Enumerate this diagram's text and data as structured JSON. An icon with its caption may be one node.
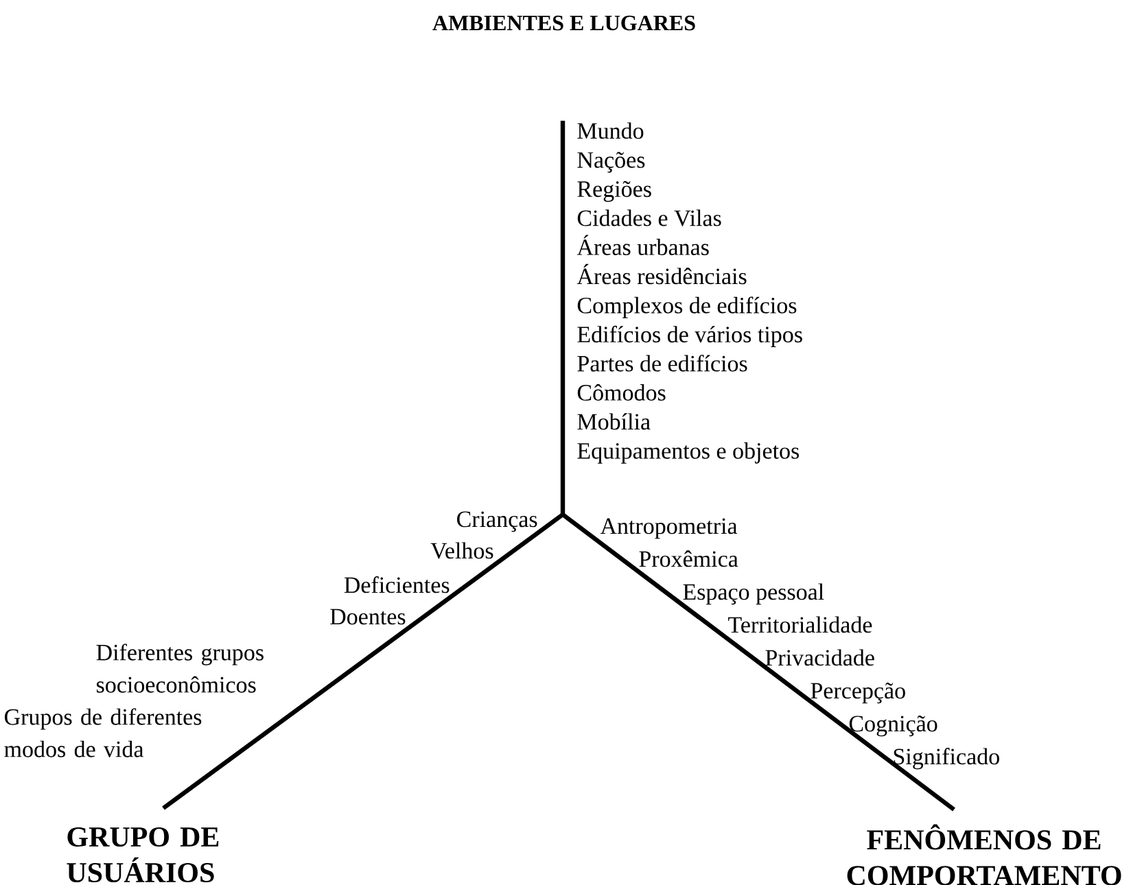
{
  "diagram": {
    "labels": [
      "AMBIENTES E LUGARES",
      "Mundo",
      "Nações",
      "Regiões",
      "Cidades e Vilas",
      "Áreas urbanas",
      "Áreas residênciais",
      "Complexos de edifícios",
      "Edifícios de vários tipos",
      "Partes de edifícios",
      "Cômodos",
      "Mobília",
      "Equipamentos e objetos",
      "Crianças",
      "Velhos",
      "Deficientes",
      "Doentes",
      "Diferentes grupos socioeconômicos",
      "Grupos de diferentes modos de vida",
      "Antropometria",
      "Proxêmica",
      "Espaço pessoal",
      "Territorialidade",
      "Privacidade",
      "Percepção",
      "Cognição",
      "Significado",
      "GRUPO DE USUÁRIOS",
      "FENÔMENOS DE COMPORTAMENTO"
    ]
  }
}
